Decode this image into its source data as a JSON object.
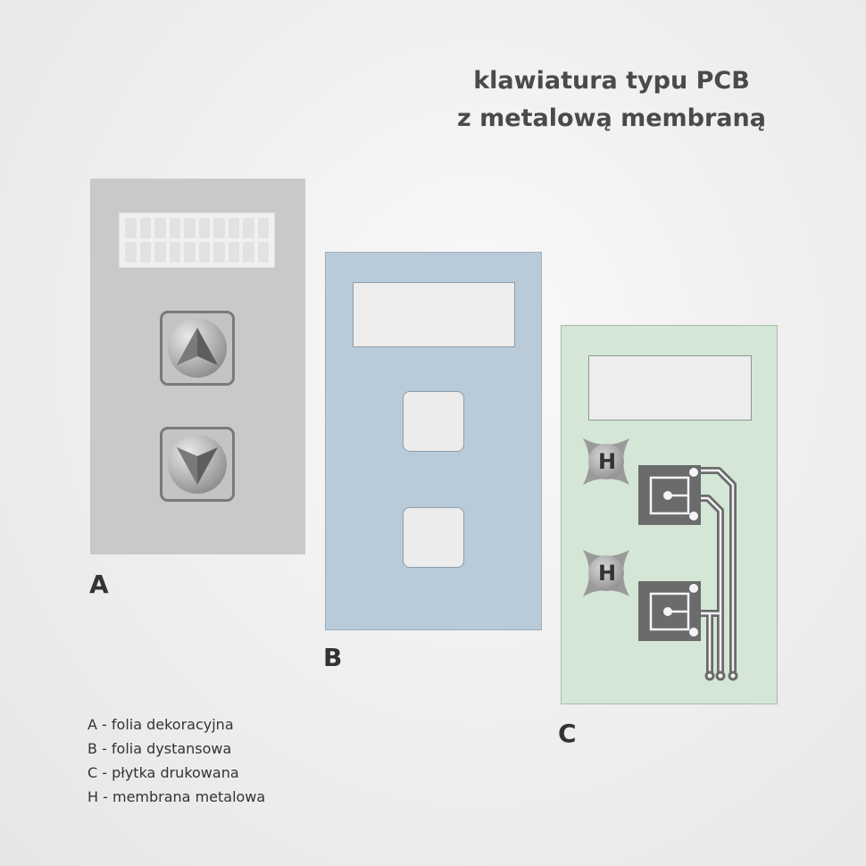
{
  "title": {
    "line1": "klawiatura typu PCB",
    "line2": "z metalową membraną"
  },
  "layers": {
    "a_letter": "A",
    "b_letter": "B",
    "c_letter": "C"
  },
  "membrane_label": "H",
  "legend": [
    "A - folia dekoracyjna",
    "B - folia dystansowa",
    "C - płytka drukowana",
    "H - membrana metalowa"
  ],
  "colors": {
    "layer_a": "#c9c9c9",
    "layer_b": "#b9cad8",
    "layer_c": "#d4e6d6",
    "trace": "#6b6b6b"
  }
}
